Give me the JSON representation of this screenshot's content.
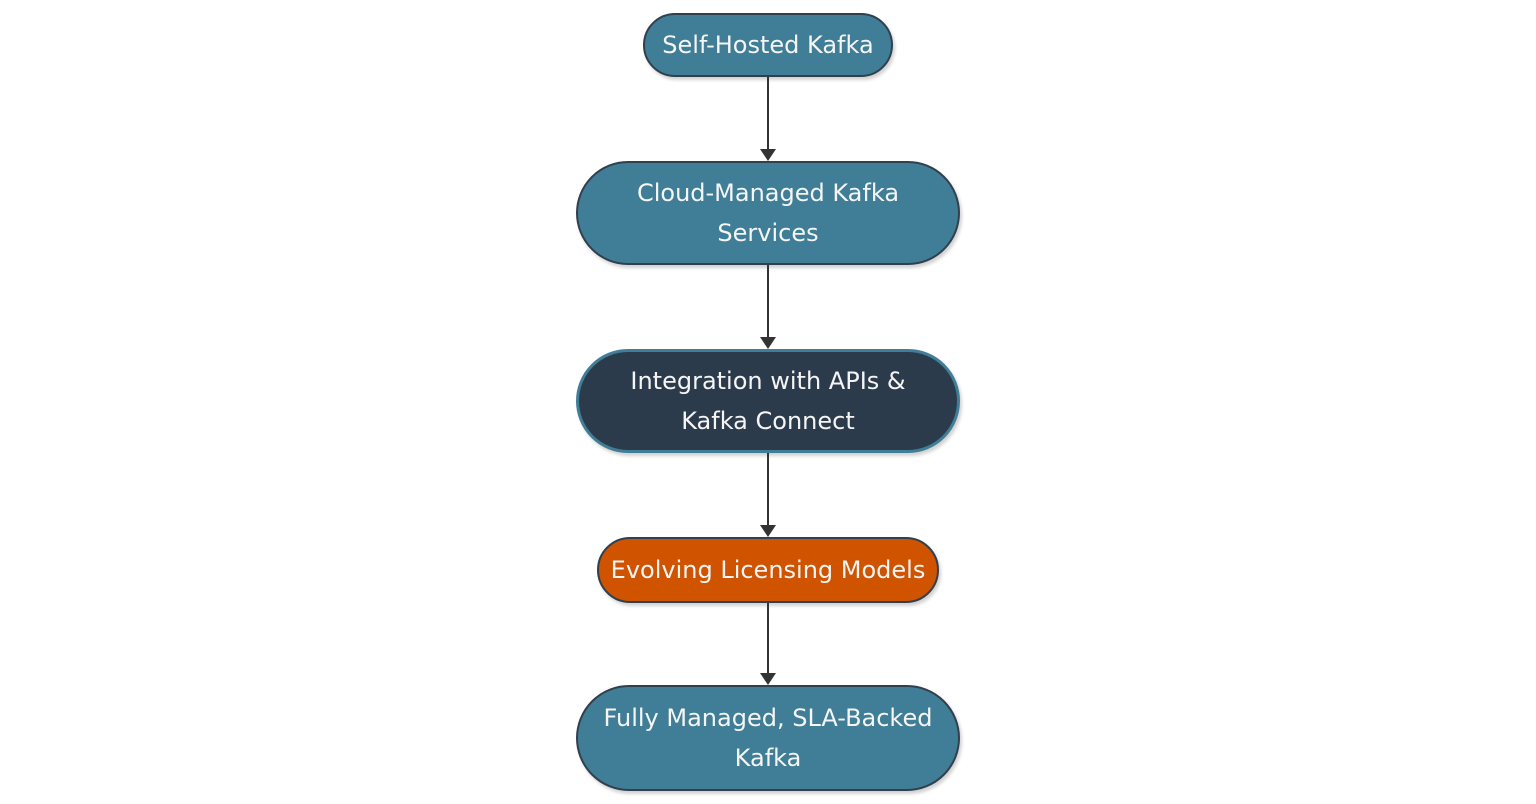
{
  "diagram": {
    "type": "flowchart",
    "direction": "top-down",
    "background": "#ffffff"
  },
  "nodes": [
    {
      "id": "self-hosted-kafka",
      "lines": [
        "Self-Hosted Kafka"
      ],
      "shape": "stadium",
      "fill": "#3f7e96",
      "border": "#32404e",
      "text_color": "#f5f5f5"
    },
    {
      "id": "cloud-managed-kafka-services",
      "lines": [
        "Cloud-Managed Kafka",
        "Services"
      ],
      "shape": "stadium",
      "fill": "#3f7e96",
      "border": "#32404e",
      "text_color": "#f5f5f5"
    },
    {
      "id": "integration-with-apis-kafka-connect",
      "lines": [
        "Integration with APIs &",
        "Kafka Connect"
      ],
      "shape": "stadium",
      "fill": "#2c3b4c",
      "border": "#3f7e96",
      "text_color": "#f5f5f5"
    },
    {
      "id": "evolving-licensing-models",
      "lines": [
        "Evolving Licensing Models"
      ],
      "shape": "stadium",
      "fill": "#d05300",
      "border": "#32404e",
      "text_color": "#f5f5f5"
    },
    {
      "id": "fully-managed-sla-backed-kafka",
      "lines": [
        "Fully Managed, SLA-Backed",
        "Kafka"
      ],
      "shape": "stadium",
      "fill": "#3f7e96",
      "border": "#32404e",
      "text_color": "#f5f5f5"
    }
  ],
  "edges": [
    {
      "from": "self-hosted-kafka",
      "to": "cloud-managed-kafka-services",
      "style": "solid",
      "arrow": "down"
    },
    {
      "from": "cloud-managed-kafka-services",
      "to": "integration-with-apis-kafka-connect",
      "style": "solid",
      "arrow": "down"
    },
    {
      "from": "integration-with-apis-kafka-connect",
      "to": "evolving-licensing-models",
      "style": "solid",
      "arrow": "down"
    },
    {
      "from": "evolving-licensing-models",
      "to": "fully-managed-sla-backed-kafka",
      "style": "solid",
      "arrow": "down"
    }
  ],
  "colors": {
    "teal_node": "#3f7e96",
    "dark_node": "#2c3b4c",
    "orange_node": "#d05300",
    "dark_border": "#32404e",
    "teal_border": "#3f7e96",
    "arrow": "#333333",
    "node_text": "#f5f5f5",
    "background": "#ffffff"
  }
}
